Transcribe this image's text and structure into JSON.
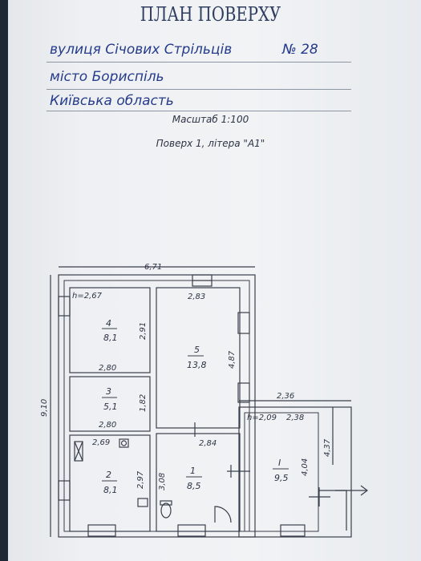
{
  "header": {
    "title": "ПЛАН ПОВЕРХУ",
    "street": "вулиця Січових Стрільців",
    "number": "№ 28",
    "city": "місто Бориспіль",
    "region": "Київська область",
    "scale": "Масштаб 1:100",
    "floor": "Поверх 1, літера \"А1\""
  },
  "plan": {
    "dim_overall_width": "6,71",
    "dim_overall_height": "9,10",
    "dim_annex_width": "2,36",
    "dim_annex_height": "4,37",
    "rooms": [
      {
        "id": "room-4",
        "number": "4",
        "area": "8,1",
        "height": "h=2,67",
        "width": "2,80",
        "depth": "2,91"
      },
      {
        "id": "room-5",
        "number": "5",
        "area": "13,8",
        "width": "2,83",
        "depth": "4,87"
      },
      {
        "id": "room-3",
        "number": "3",
        "area": "5,1",
        "width": "2,80",
        "depth": "1,82"
      },
      {
        "id": "room-2",
        "number": "2",
        "area": "8,1",
        "width": "2,69",
        "depth": "2,97"
      },
      {
        "id": "room-1",
        "number": "1",
        "area": "8,5",
        "width": "2,84",
        "depth": "3,08"
      },
      {
        "id": "room-1a",
        "number": "I",
        "area": "9,5",
        "height": "h=2,09",
        "width": "2,38",
        "depth": "4,04"
      }
    ]
  }
}
